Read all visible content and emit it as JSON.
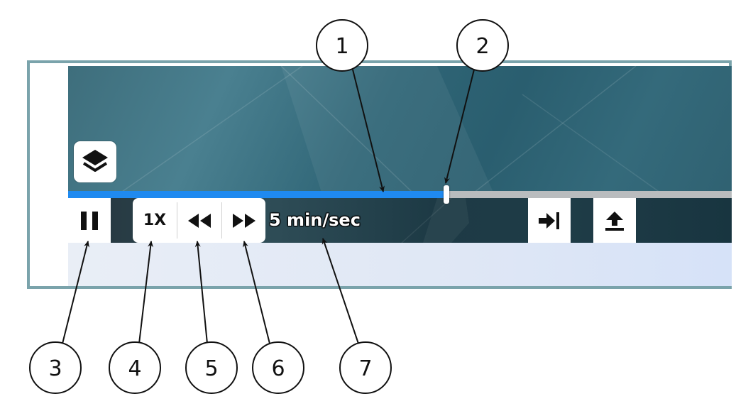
{
  "playback": {
    "progress_fraction": 0.57,
    "speed_label": "1X",
    "rate_text": "5 min/sec"
  },
  "icons": {
    "layers": "layers-icon",
    "pause": "pause-icon",
    "rewind": "rewind-icon",
    "fast_forward": "fast-forward-icon",
    "jump_to_end": "jump-to-end-icon",
    "export": "upload-icon"
  },
  "callouts": [
    "1",
    "2",
    "3",
    "4",
    "5",
    "6",
    "7"
  ],
  "colors": {
    "progress_fill": "#1f8af0",
    "progress_track": "#b9bcbe",
    "frame_border": "#7aa3ab"
  }
}
